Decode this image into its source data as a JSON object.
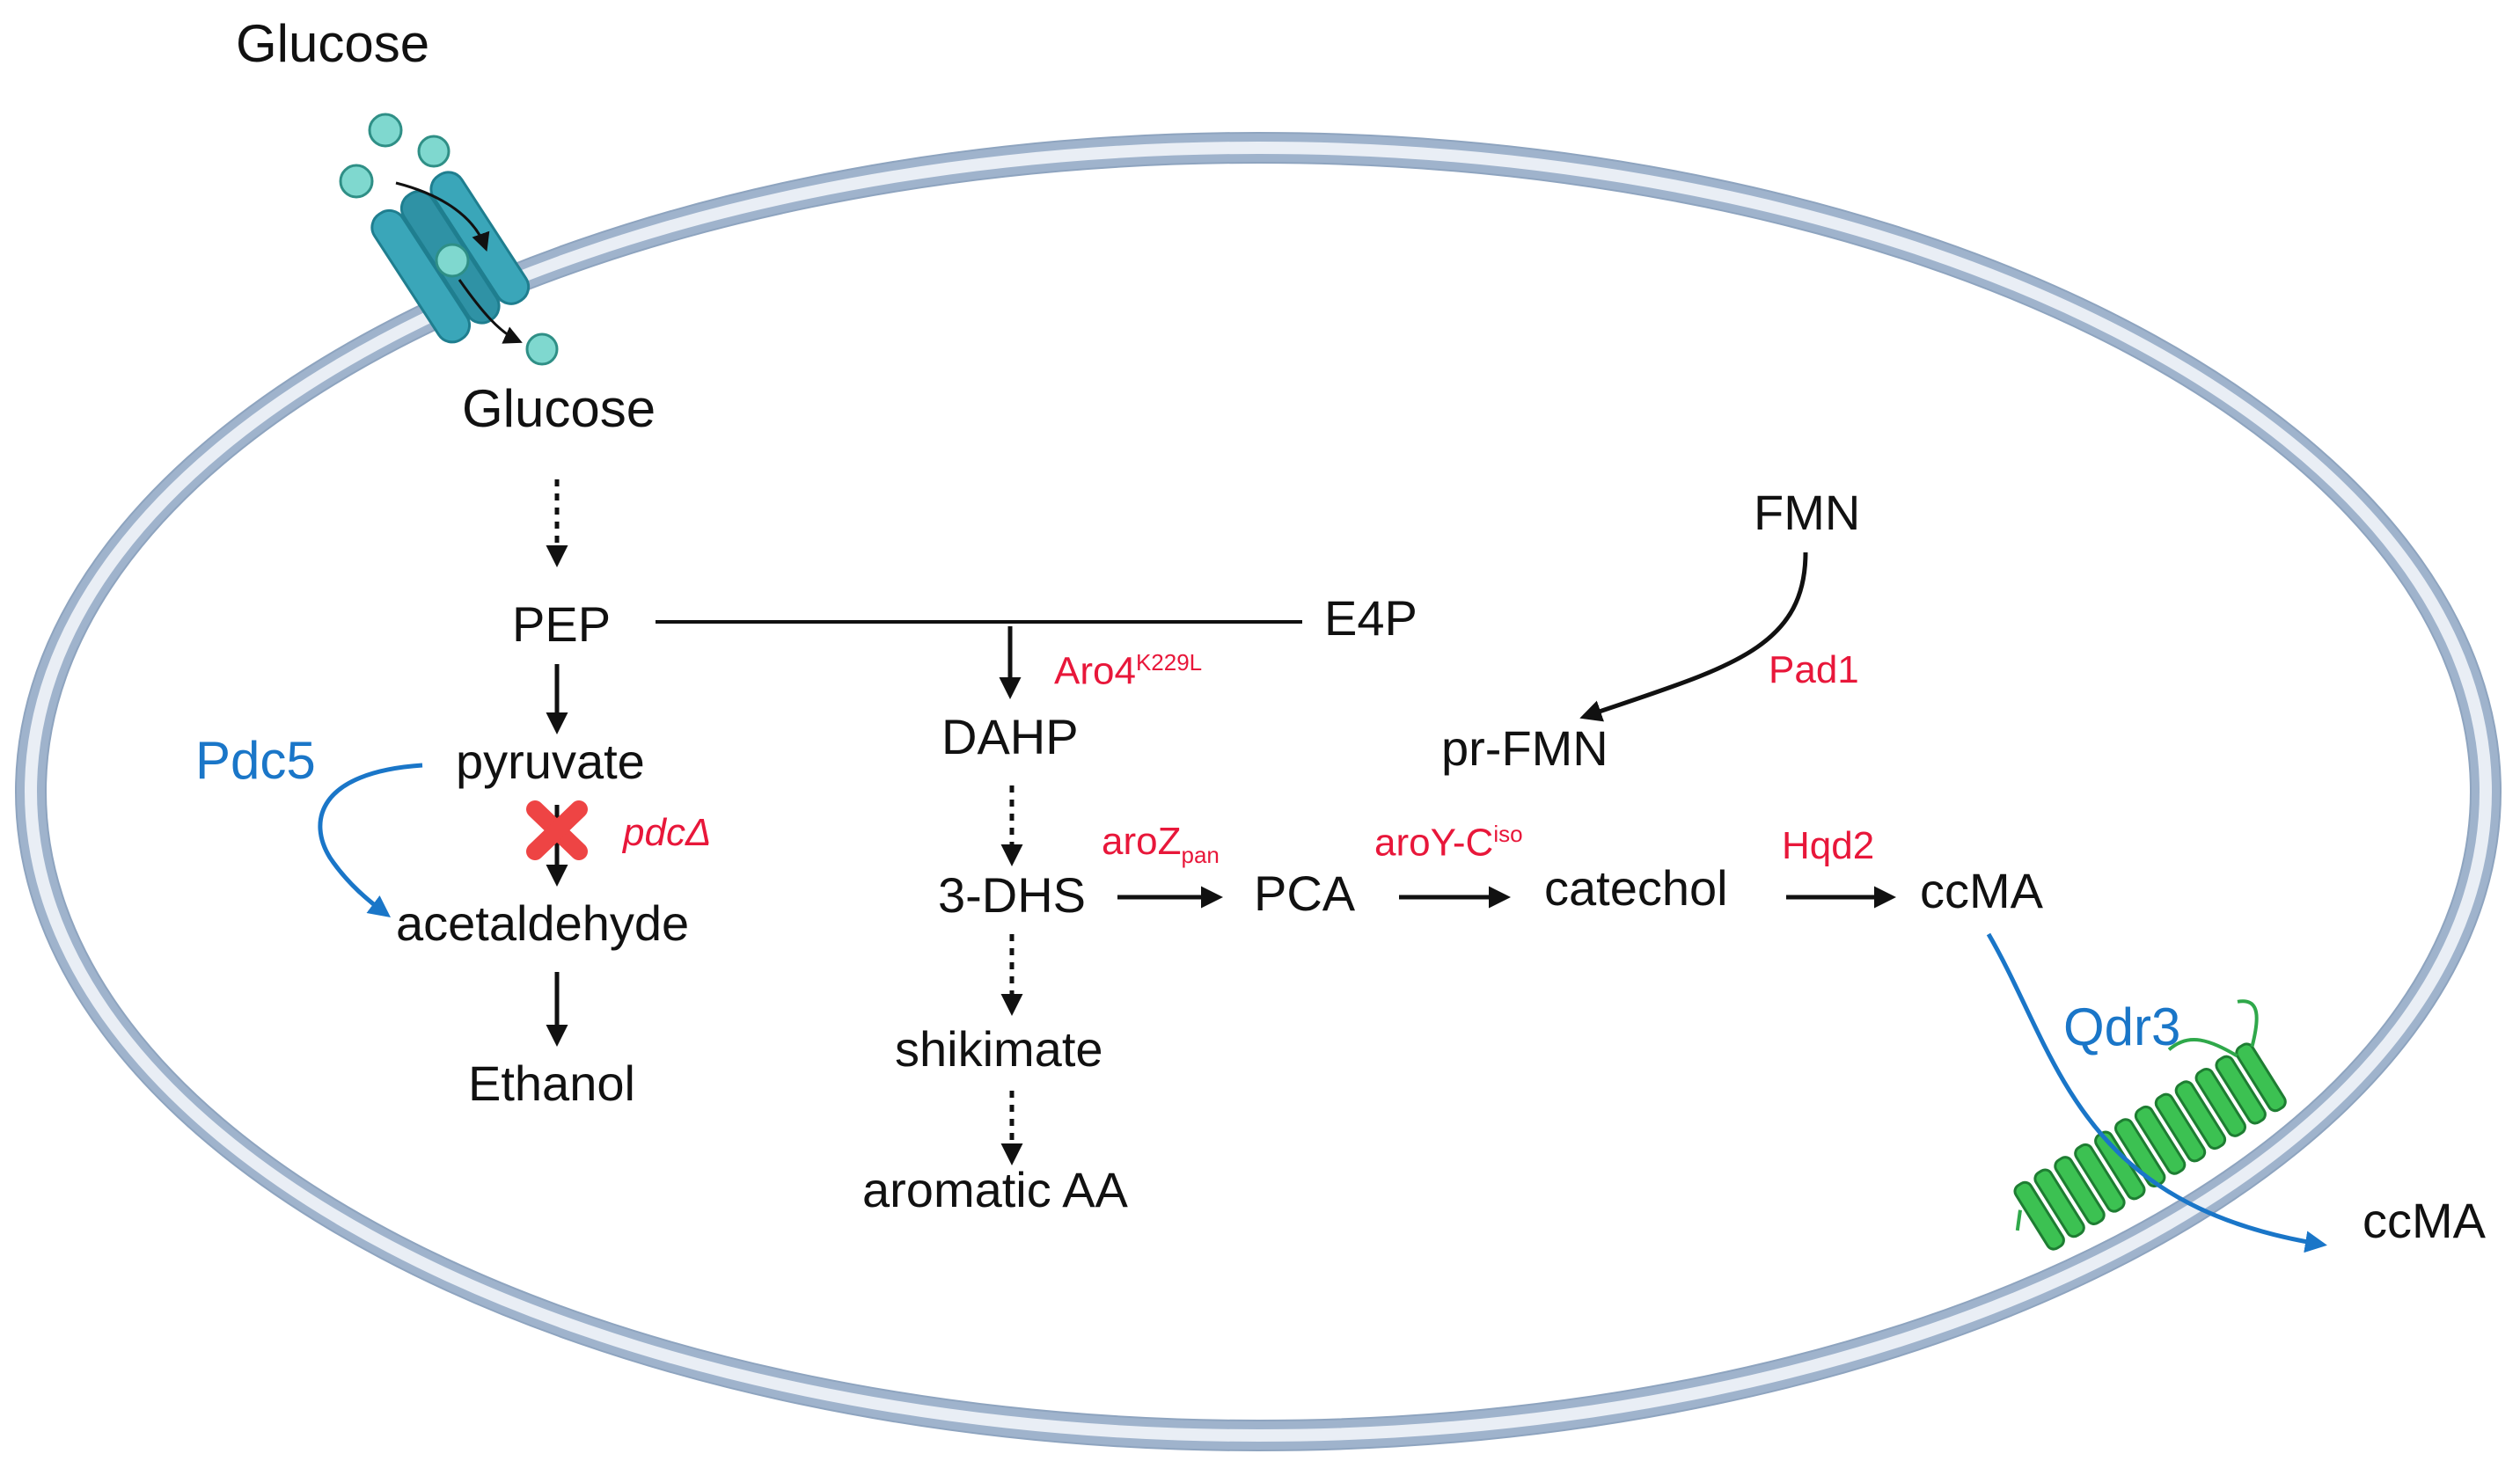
{
  "metabolites": {
    "glucose_out": "Glucose",
    "glucose_in": "Glucose",
    "pep": "PEP",
    "e4p": "E4P",
    "pyruvate": "pyruvate",
    "acetaldehyde": "acetaldehyde",
    "ethanol": "Ethanol",
    "dahp": "DAHP",
    "dhs": "3-DHS",
    "shikimate": "shikimate",
    "aromatic_aa": "aromatic AA",
    "pca": "PCA",
    "catechol": "catechol",
    "ccma_in": "ccMA",
    "ccma_out": "ccMA",
    "fmn": "FMN",
    "pr_fmn": "pr-FMN"
  },
  "enzymes": {
    "aro4": "Aro4",
    "aro4_sup": "K229L",
    "aroz": "aroZ",
    "aroz_sub": "pan",
    "aroy": "aroY-C",
    "aroy_sup": "iso",
    "hqd2": "Hqd2",
    "pad1": "Pad1",
    "pdc_deletion": "pdcΔ",
    "pdc5": "Pdc5",
    "qdr3": "Qdr3"
  },
  "colors": {
    "text": "#111111",
    "enzyme_red": "#e8173a",
    "transport_blue": "#1a76c8",
    "membrane": "#9fb3cc",
    "glucose_transporter": "#3aa6b9",
    "glucose_molecule": "#7fd8cf",
    "qdr3_transporter": "#2fa84a",
    "block_x": "#ee4444"
  }
}
